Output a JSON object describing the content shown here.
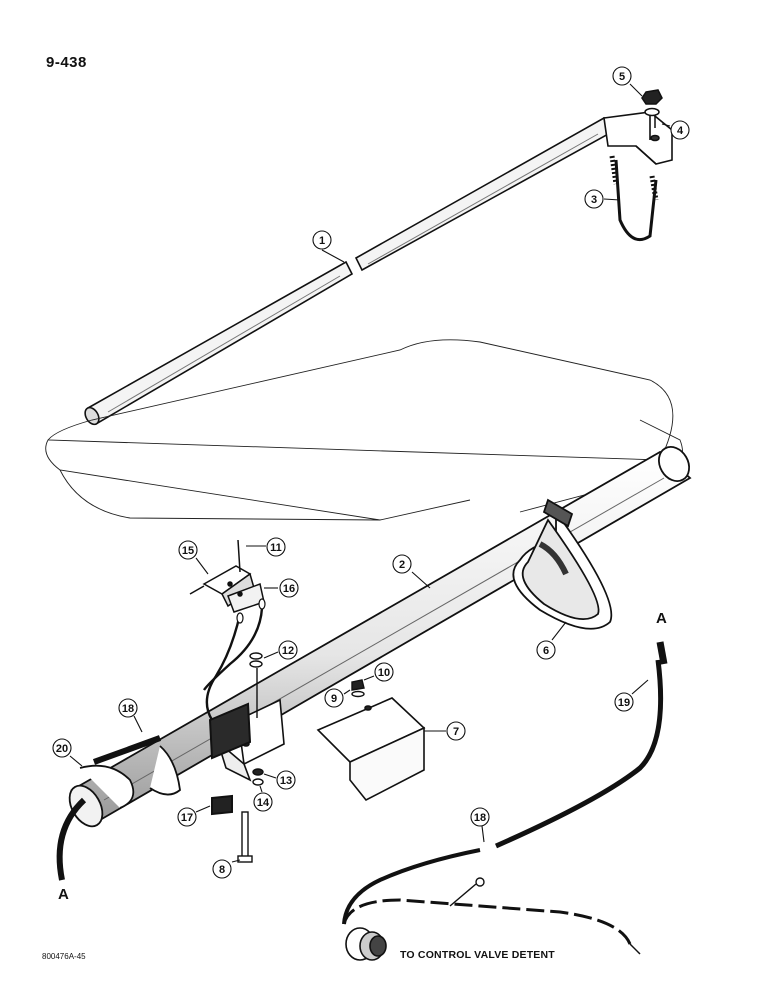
{
  "page_number": "9-438",
  "document_code": "800476A-45",
  "callout_note": "TO CONTROL VALVE DETENT",
  "connector_labels": {
    "top": "A",
    "bottom": "A"
  },
  "part_numbers": [
    "1",
    "2",
    "3",
    "4",
    "5",
    "6",
    "7",
    "8",
    "9",
    "10",
    "11",
    "12",
    "13",
    "14",
    "15",
    "16",
    "17",
    "18",
    "18",
    "19",
    "20"
  ]
}
